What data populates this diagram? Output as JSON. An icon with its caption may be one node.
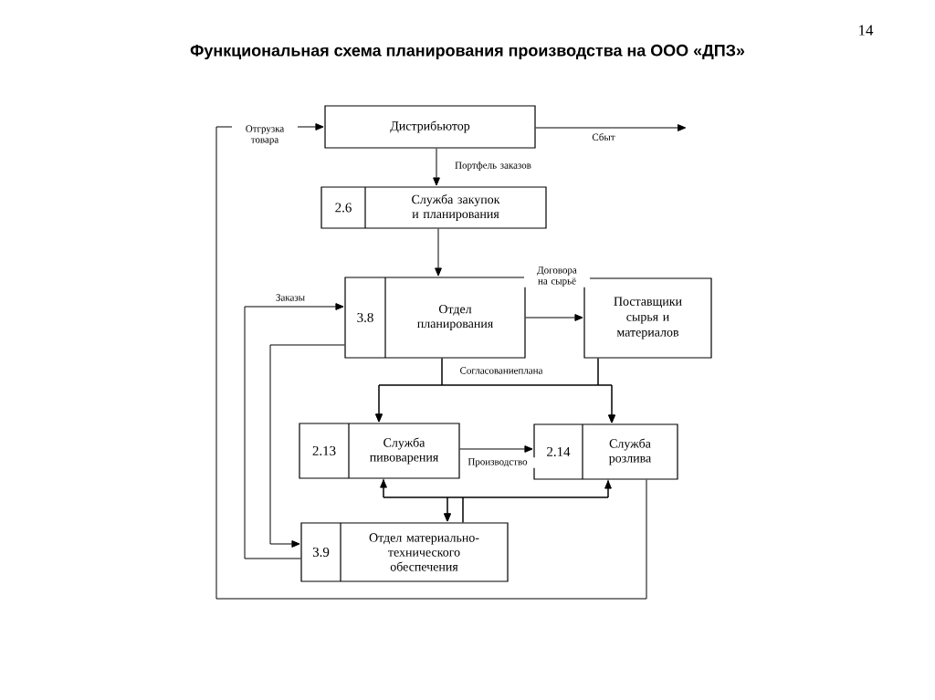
{
  "diagram": {
    "title": "Функциональная схема планирования производства на ООО «ДПЗ»",
    "nodes": [
      {
        "text": [
          "Дистрибьютор"
        ]
      },
      {
        "text": [
          "2.6",
          "Служба закупок и планирования"
        ]
      },
      {
        "text": [
          "3.8",
          "Отдел планирования"
        ]
      },
      {
        "text": [
          "Поставщики сырья и материалов"
        ]
      },
      {
        "text": [
          "2.13",
          "Служба пивоварения"
        ]
      },
      {
        "text": [
          "2.14",
          "Служба розлива"
        ]
      },
      {
        "text": [
          "3.9",
          "Отдел материально-технического обеспечения"
        ]
      }
    ],
    "edges": [
      {
        "from": 5,
        "to": 0,
        "arrow": "to",
        "label": "Отгрузка товара"
      },
      {
        "from": 0,
        "to": null,
        "arrow": "to",
        "label": "Сбыт"
      },
      {
        "from": 0,
        "to": 1,
        "arrow": "to",
        "label": "Портфель заказов"
      },
      {
        "from": 1,
        "to": 2,
        "arrow": "to"
      },
      {
        "from": 2,
        "to": 3,
        "arrow": "to",
        "label": "Договора на сырьё"
      },
      {
        "from": 2,
        "to": 4,
        "arrow": "to",
        "label": "Согласованиеплана"
      },
      {
        "from": 2,
        "to": 5,
        "arrow": "to"
      },
      {
        "from": 3,
        "to": 4,
        "arrow": "to"
      },
      {
        "from": 3,
        "to": 5,
        "arrow": "to"
      },
      {
        "from": 4,
        "to": 5,
        "arrow": "to",
        "label": "Производство"
      },
      {
        "from": 4,
        "to": 6,
        "arrow": "to"
      },
      {
        "from": 5,
        "to": 6,
        "arrow": "to"
      },
      {
        "from": 6,
        "to": 4,
        "arrow": "to"
      },
      {
        "from": 6,
        "to": 5,
        "arrow": "to"
      },
      {
        "from": 6,
        "to": 2,
        "arrow": "to",
        "label": "Заказы"
      },
      {
        "from": 2,
        "to": 6,
        "arrow": "to"
      }
    ],
    "labels": [
      "14"
    ]
  }
}
